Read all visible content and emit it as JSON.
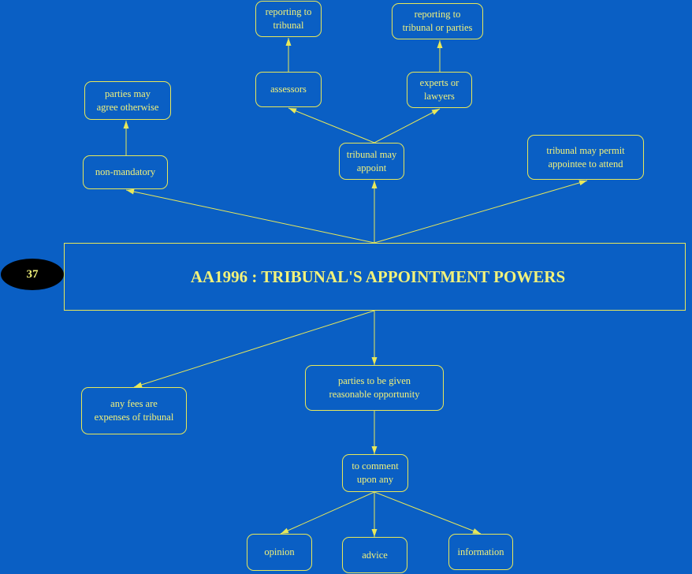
{
  "colors": {
    "background": "#0a5fc4",
    "line": "#e8e85a",
    "text": "#f2f27a",
    "badge_fill": "#000000"
  },
  "badge": {
    "label": "37"
  },
  "main": {
    "title": "AA1996 : TRIBUNAL'S APPOINTMENT POWERS"
  },
  "nodes": {
    "reporting_tribunal": "reporting to\ntribunal",
    "reporting_tribunal_parties": "reporting to\ntribunal or parties",
    "parties_agree": "parties may\nagree otherwise",
    "assessors": "assessors",
    "experts_lawyers": "experts or\nlawyers",
    "non_mandatory": "non-mandatory",
    "tribunal_may_appoint": "tribunal may\nappoint",
    "tribunal_may_permit": "tribunal may permit\nappointee to attend",
    "any_fees": "any fees are\nexpenses of tribunal",
    "parties_opportunity": "parties to be given\nreasonable opportunity",
    "to_comment": "to comment\nupon any",
    "opinion": "opinion",
    "advice": "advice",
    "information": "information"
  }
}
